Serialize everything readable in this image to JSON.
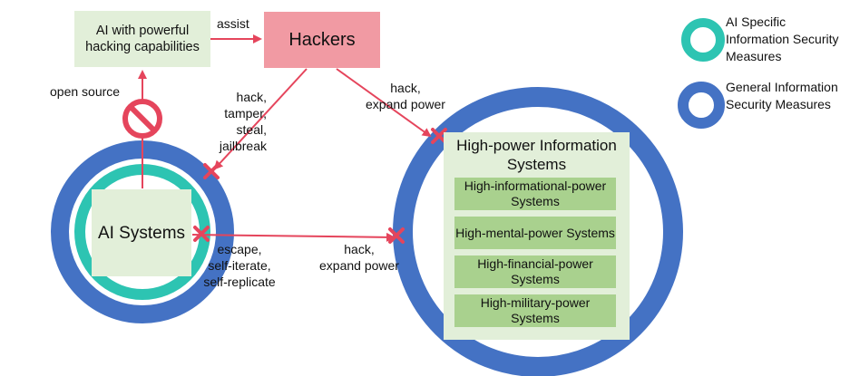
{
  "top": {
    "ai_capable_box": "AI with powerful hacking capabilities",
    "hackers_box": "Hackers",
    "assist_label": "assist",
    "open_source_label": "open source"
  },
  "attacks": {
    "hack_ai_label_1": "hack,",
    "hack_ai_label_2": "tamper,",
    "hack_ai_label_3": "steal,",
    "hack_ai_label_4": "jailbreak",
    "hack_hp_label_1": "hack,",
    "hack_hp_label_2": "expand power",
    "escape_label_1": "escape,",
    "escape_label_2": "self-iterate,",
    "escape_label_3": "self-replicate",
    "ai_hack_hp_label_1": "hack,",
    "ai_hack_hp_label_2": "expand power"
  },
  "ai_systems": {
    "label": "AI Systems"
  },
  "high_power": {
    "title": "High-power Information Systems",
    "items": [
      "High-informational-power Systems",
      "High-mental-power Systems",
      "High-financial-power Systems",
      "High-military-power Systems"
    ]
  },
  "legend": {
    "specific_label": "AI Specific Information Security Measures",
    "general_label": "General Information Security Measures"
  },
  "colors": {
    "general_ring": "#4472c4",
    "specific_ring": "#2dc4b2",
    "arrow": "#e5455c",
    "ai_box_fill": "#e2efd9",
    "hackers_fill": "#f19aa3",
    "subsystem_fill": "#a9d18e"
  },
  "icons": {
    "blocked": "no-entry-icon",
    "breach": "x-mark-icon"
  }
}
